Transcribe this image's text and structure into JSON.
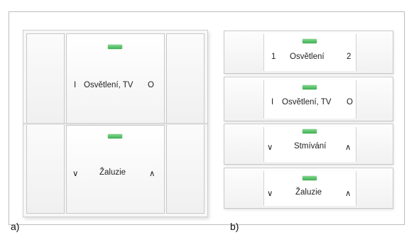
{
  "captions": {
    "a": "a)",
    "b": "b)"
  },
  "panel_a": {
    "top_rocker": {
      "left_symbol": "I",
      "label": "Osvětlení, TV",
      "right_symbol": "O"
    },
    "bottom_rocker": {
      "left_symbol": "∨",
      "label": "Žaluzie",
      "right_symbol": "∧"
    }
  },
  "panel_b": {
    "rows": [
      {
        "left_symbol": "1",
        "label": "Osvětlení",
        "right_symbol": "2"
      },
      {
        "left_symbol": "I",
        "label": "Osvětlení, TV",
        "right_symbol": "O"
      },
      {
        "left_symbol": "∨",
        "label": "Stmívání",
        "right_symbol": "∧"
      },
      {
        "left_symbol": "∨",
        "label": "Žaluzie",
        "right_symbol": "∧"
      }
    ]
  },
  "colors": {
    "led_green": "#3fae55",
    "border": "#c8c8c8",
    "frame": "#bdbdbd"
  }
}
